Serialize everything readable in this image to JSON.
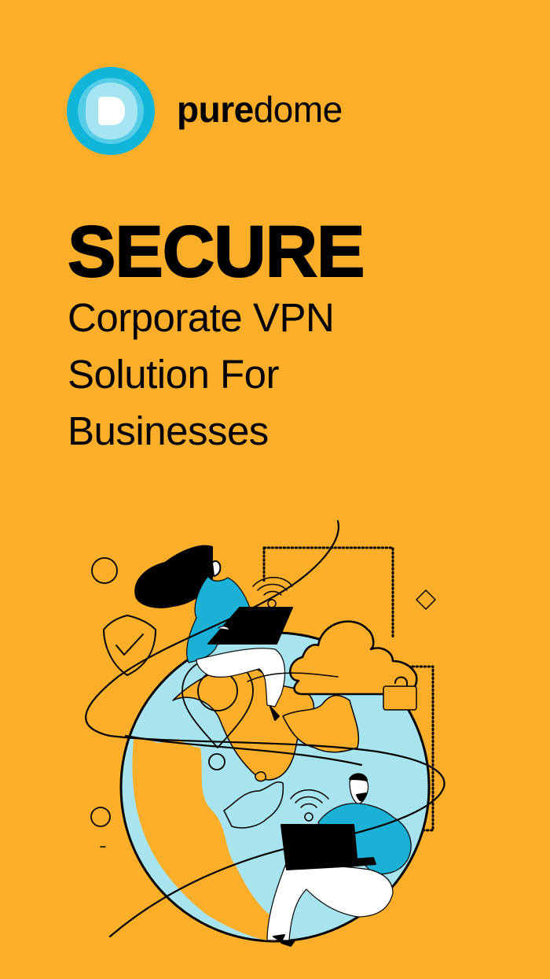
{
  "brand": {
    "name_bold": "pure",
    "name_light": "dome",
    "logo_letter": "D",
    "colors": {
      "background": "#FBAE2A",
      "logo_ring_outer": "#0FB6DA",
      "logo_ring_mid": "#56CCE6",
      "logo_ring_inner": "#A7E4F1",
      "logo_core": "#FFFFFF",
      "globe_land": "#A8E3F0",
      "shirt": "#1BB1D6",
      "ink": "#000000"
    }
  },
  "headline": {
    "main": "SECURE",
    "lines": [
      "Corporate VPN",
      "Solution For",
      "Businesses"
    ]
  },
  "illustration": {
    "icons": [
      "globe-icon",
      "woman-with-laptop",
      "man-with-laptop",
      "shield-check-icon",
      "cloud-icon",
      "padlock-icon",
      "wifi-icon",
      "location-pin-icon",
      "circle-decor",
      "diamond-decor"
    ]
  }
}
